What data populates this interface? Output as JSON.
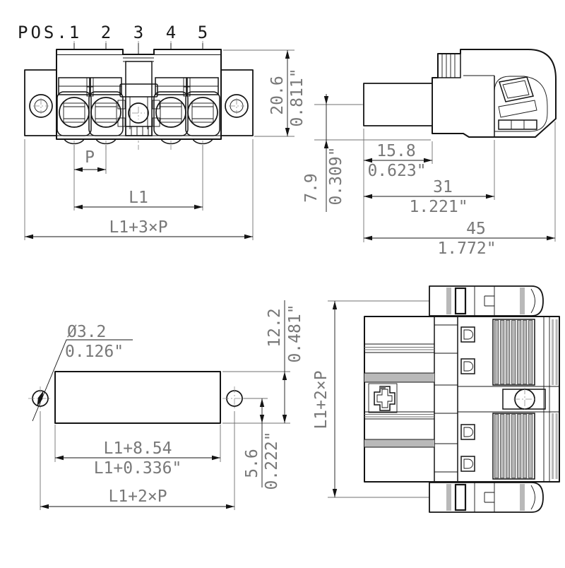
{
  "views": {
    "front": {
      "pos_label": "POS.",
      "positions": [
        "1",
        "2",
        "3",
        "4",
        "5"
      ],
      "height_mm": "20.6",
      "height_in": "0.811\"",
      "pitch": "P",
      "l1": "L1",
      "overall": "L1+3×P"
    },
    "side": {
      "offset_mm": "7.9",
      "offset_in": "0.309\"",
      "plug_len_mm": "15.8",
      "plug_len_in": "0.623\"",
      "body_len_mm": "31",
      "body_len_in": "1.221\"",
      "total_len_mm": "45",
      "total_len_in": "1.772\""
    },
    "cutout": {
      "hole_dia_mm": "Ø3.2",
      "hole_dia_in": "0.126\"",
      "width_mm": "L1+8.54",
      "width_in": "L1+0.336\"",
      "hole_span": "L1+2×P",
      "edge_mm": "5.6",
      "edge_in": "0.222\"",
      "height_mm": "12.2",
      "height_in": "0.481\""
    },
    "top": {
      "length": "L1+2×P"
    }
  },
  "colors": {
    "line": "#141414",
    "dim_text": "#787878",
    "shade": "#b9b9b9",
    "background": "#ffffff"
  }
}
